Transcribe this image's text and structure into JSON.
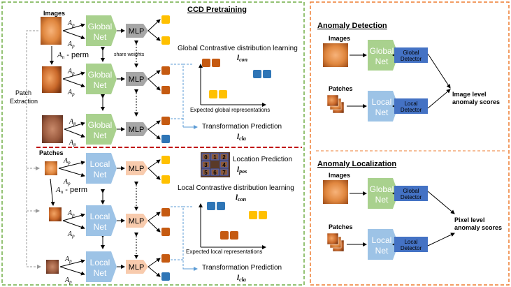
{
  "pretraining": {
    "title": "CCD Pretraining",
    "images_label": "Images",
    "patches_label": "Patches",
    "patch_extraction_line1": "Patch",
    "patch_extraction_line2": "Extraction",
    "an_perm_1": "A",
    "an_perm_2": "A",
    "an_perm_suffix": "n",
    "perm_word": " - perm",
    "ap_symbol": "A",
    "ap_sub": "p",
    "share_weights": "share weights",
    "global_net_line1": "Global",
    "global_net_line2": "Net",
    "local_net_line1": "Local",
    "local_net_line2": "Net",
    "mlp": "MLP",
    "global_contrastive": "Global Contrastive distribution learning",
    "l_con": "l",
    "l_con_sub": "con",
    "expected_global": "Expected global representations",
    "transformation_prediction": "Transformation Prediction",
    "l_cla_sub": "cla",
    "location_prediction": "Location Prediction",
    "l_pos_sub": "pos",
    "local_contrastive": "Local Contrastive distribution learning",
    "expected_local": "Expected local representations",
    "grid_numbers": [
      "0",
      "1",
      "2",
      "3",
      "4",
      "5",
      "6",
      "7"
    ]
  },
  "detection": {
    "title": "Anomaly Detection",
    "images_label": "Images",
    "patches_label": "Patches",
    "global_detector_line1": "Global",
    "global_detector_line2": "Detector",
    "local_detector_line1": "Local",
    "local_detector_line2": "Detector",
    "score_line1": "Image level",
    "score_line2": "anomaly scores"
  },
  "localization": {
    "title": "Anomaly Localization",
    "images_label": "Images",
    "patches_label": "Patches",
    "global_detector_line1": "Global",
    "global_detector_line2": "Detector",
    "local_detector_line1": "Local",
    "local_detector_line2": "Detector",
    "score_line1": "Pixel level",
    "score_line2": "anomaly scores"
  },
  "colors": {
    "global_net": "#a9d18e",
    "local_net": "#9dc3e6",
    "mlp_global": "#a6a6a6",
    "mlp_local": "#f8cbad",
    "detector": "#4472c4",
    "yellow": "#ffc000",
    "orange": "#c55a11",
    "blue": "#2e75b6",
    "green_border": "#70ad47",
    "orange_border": "#ed7d31",
    "red_divider": "#c00000"
  }
}
